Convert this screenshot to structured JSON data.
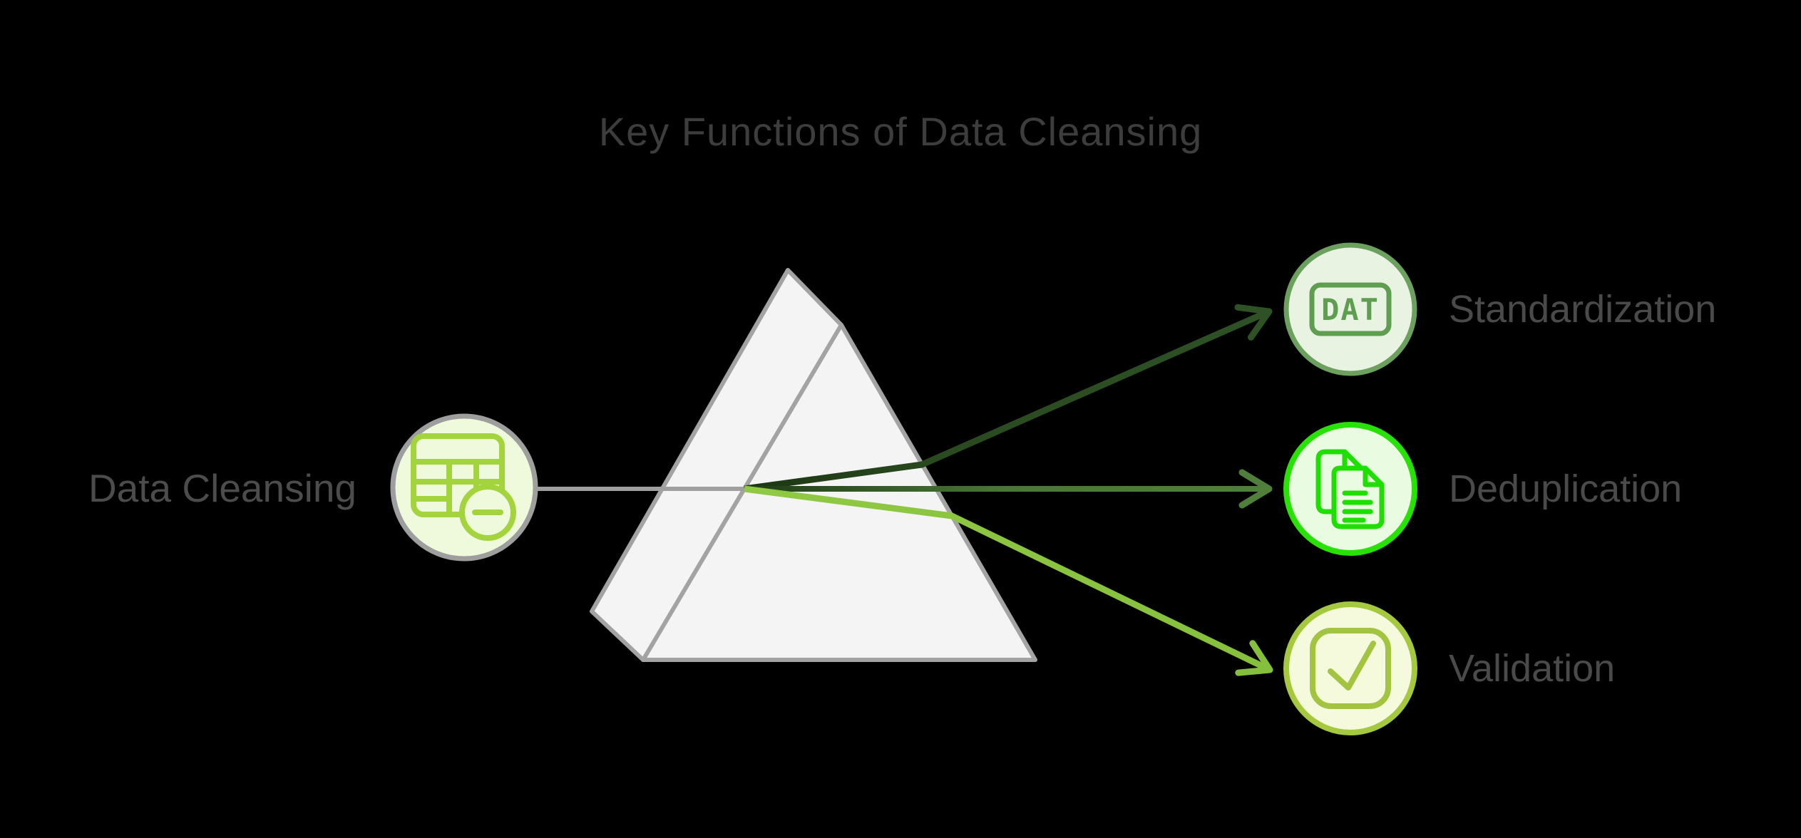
{
  "title": "Key Functions of Data Cleansing",
  "input": {
    "label": "Data Cleansing"
  },
  "outputs": [
    {
      "label": "Standardization",
      "icon_text": "DAT"
    },
    {
      "label": "Deduplication"
    },
    {
      "label": "Validation"
    }
  ],
  "colors": {
    "background": "#000000",
    "title_text": "#3d3d3d",
    "label_text": "#4a4a4a",
    "prism_fill": "#f4f4f4",
    "prism_stroke": "#a3a3a3",
    "incident_ray": "#9f9f9f",
    "ray_standardization": "#2e5126",
    "ray_deduplication": "#507f3c",
    "ray_validation": "#86bf3c",
    "input_node": {
      "fill": "#eefadb",
      "stroke": "#9e9e9e",
      "icon": "#a4d43d"
    },
    "standardization_node": {
      "fill": "#e8f4e1",
      "stroke": "#6ca05e",
      "icon": "#5f9e50"
    },
    "deduplication_node": {
      "fill": "#e9fce2",
      "stroke": "#28e205",
      "icon": "#1fdf00"
    },
    "validation_node": {
      "fill": "#f4fadb",
      "stroke": "#a5c93e",
      "icon": "#a2c441"
    }
  }
}
